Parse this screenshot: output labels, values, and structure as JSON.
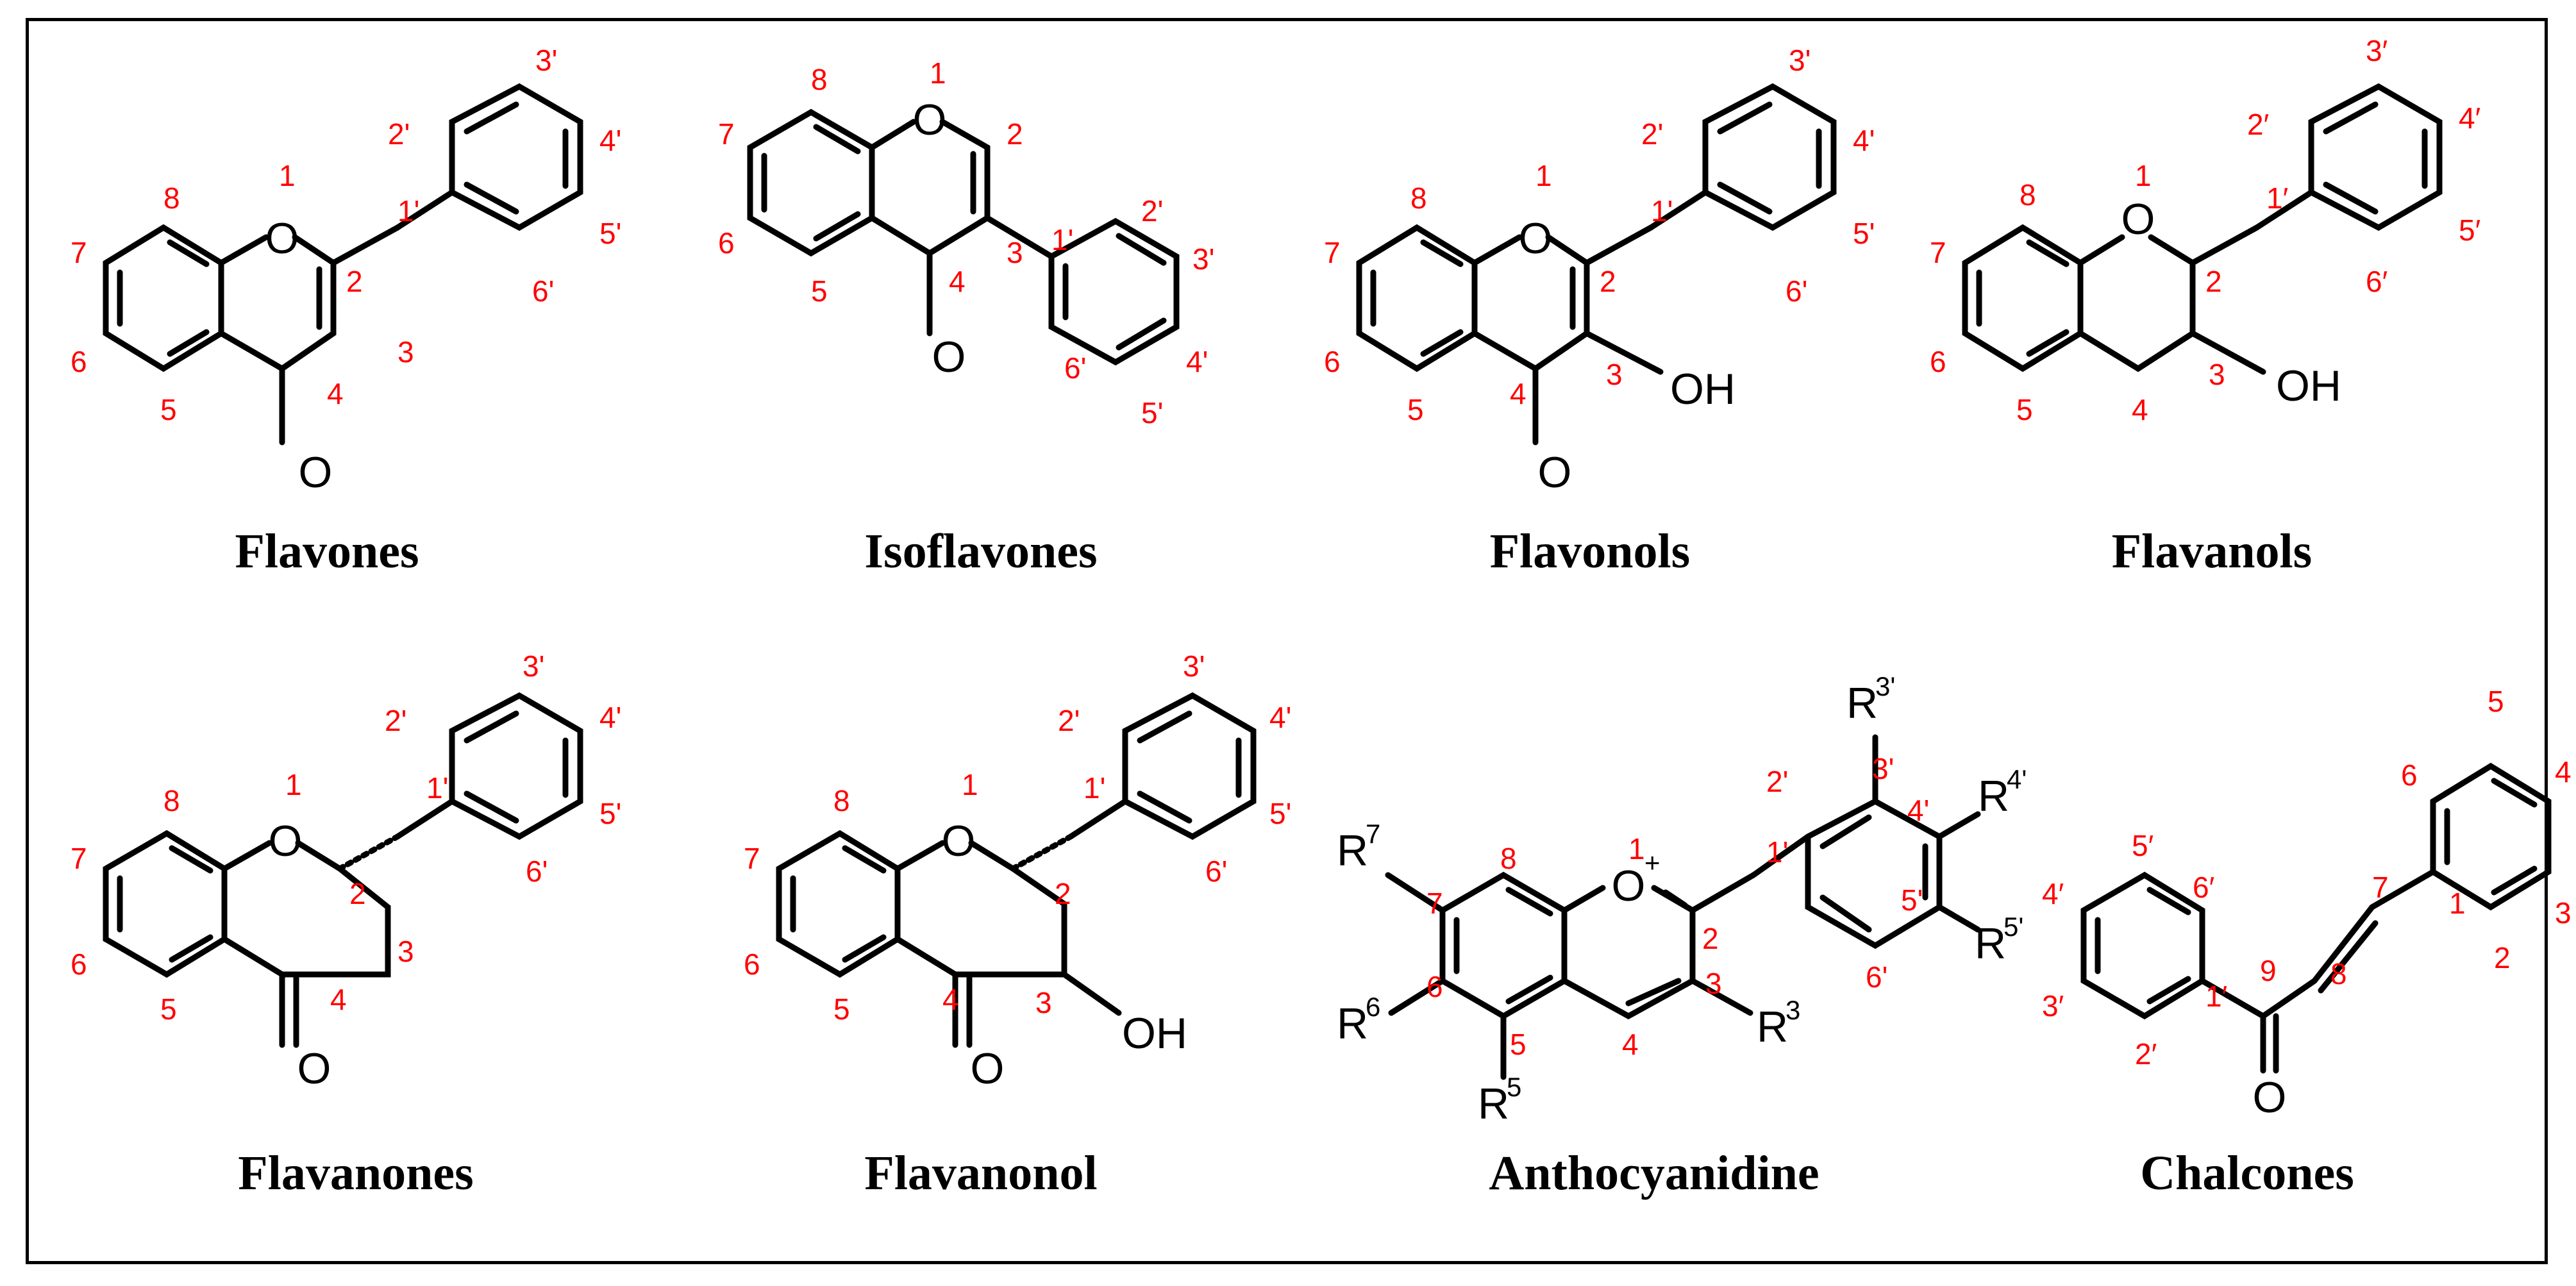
{
  "compounds": [
    {
      "name": "Flavones"
    },
    {
      "name": "Isoflavones"
    },
    {
      "name": "Flavonols"
    },
    {
      "name": "Flavanols"
    },
    {
      "name": "Flavanones"
    },
    {
      "name": "Flavanonol"
    },
    {
      "name": "Anthocyanidine"
    },
    {
      "name": "Chalcones"
    }
  ],
  "atoms": {
    "O": "O",
    "OH": "OH",
    "R3": "R",
    "R3_sup": "3",
    "R5": "R",
    "R5_sup": "5",
    "R6": "R",
    "R6_sup": "6",
    "R7": "R",
    "R7_sup": "7",
    "R3p": "R",
    "R3p_sup": "3'",
    "R4p": "R",
    "R4p_sup": "4'",
    "R5p": "R",
    "R5p_sup": "5'",
    "plus": "+"
  },
  "numbers": {
    "n1": "1",
    "n2": "2",
    "n3": "3",
    "n4": "4",
    "n5": "5",
    "n6": "6",
    "n7": "7",
    "n8": "8",
    "n9": "9",
    "p1": "1'",
    "p2": "2'",
    "p3": "3'",
    "p4": "4'",
    "p5": "5'",
    "p6": "6'",
    "q1": "1′",
    "q2": "2′",
    "q3": "3′",
    "q4": "4′",
    "q5": "5′",
    "q6": "6′"
  }
}
